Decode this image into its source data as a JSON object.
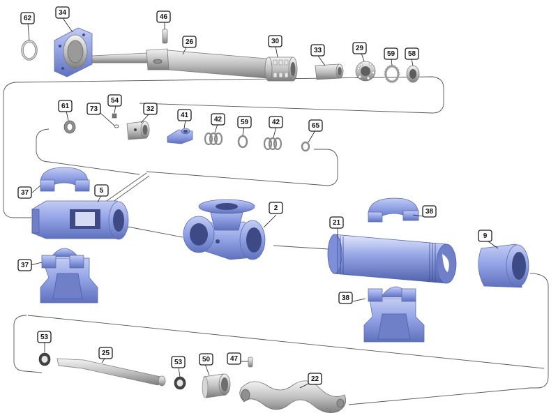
{
  "diagram": {
    "type": "exploded-parts-view",
    "callouts": [
      {
        "id": "c62",
        "label": "62"
      },
      {
        "id": "c34",
        "label": "34"
      },
      {
        "id": "c46",
        "label": "46"
      },
      {
        "id": "c26",
        "label": "26"
      },
      {
        "id": "c30",
        "label": "30"
      },
      {
        "id": "c33",
        "label": "33"
      },
      {
        "id": "c29",
        "label": "29"
      },
      {
        "id": "c59a",
        "label": "59"
      },
      {
        "id": "c58",
        "label": "58"
      },
      {
        "id": "c61",
        "label": "61"
      },
      {
        "id": "c54",
        "label": "54"
      },
      {
        "id": "c73",
        "label": "73"
      },
      {
        "id": "c32",
        "label": "32"
      },
      {
        "id": "c41",
        "label": "41"
      },
      {
        "id": "c42a",
        "label": "42"
      },
      {
        "id": "c59b",
        "label": "59"
      },
      {
        "id": "c42b",
        "label": "42"
      },
      {
        "id": "c65",
        "label": "65"
      },
      {
        "id": "c37a",
        "label": "37"
      },
      {
        "id": "c5",
        "label": "5"
      },
      {
        "id": "c2",
        "label": "2"
      },
      {
        "id": "c38a",
        "label": "38"
      },
      {
        "id": "c21",
        "label": "21"
      },
      {
        "id": "c9",
        "label": "9"
      },
      {
        "id": "c37b",
        "label": "37"
      },
      {
        "id": "c38b",
        "label": "38"
      },
      {
        "id": "c53a",
        "label": "53"
      },
      {
        "id": "c25",
        "label": "25"
      },
      {
        "id": "c53b",
        "label": "53"
      },
      {
        "id": "c50",
        "label": "50"
      },
      {
        "id": "c47",
        "label": "47"
      },
      {
        "id": "c22",
        "label": "22"
      }
    ],
    "colors": {
      "part_blue": "#8c9de0",
      "part_blue_dark": "#5a6db0",
      "steel": "#c4c4c4",
      "outline": "#1a1a1a"
    }
  }
}
